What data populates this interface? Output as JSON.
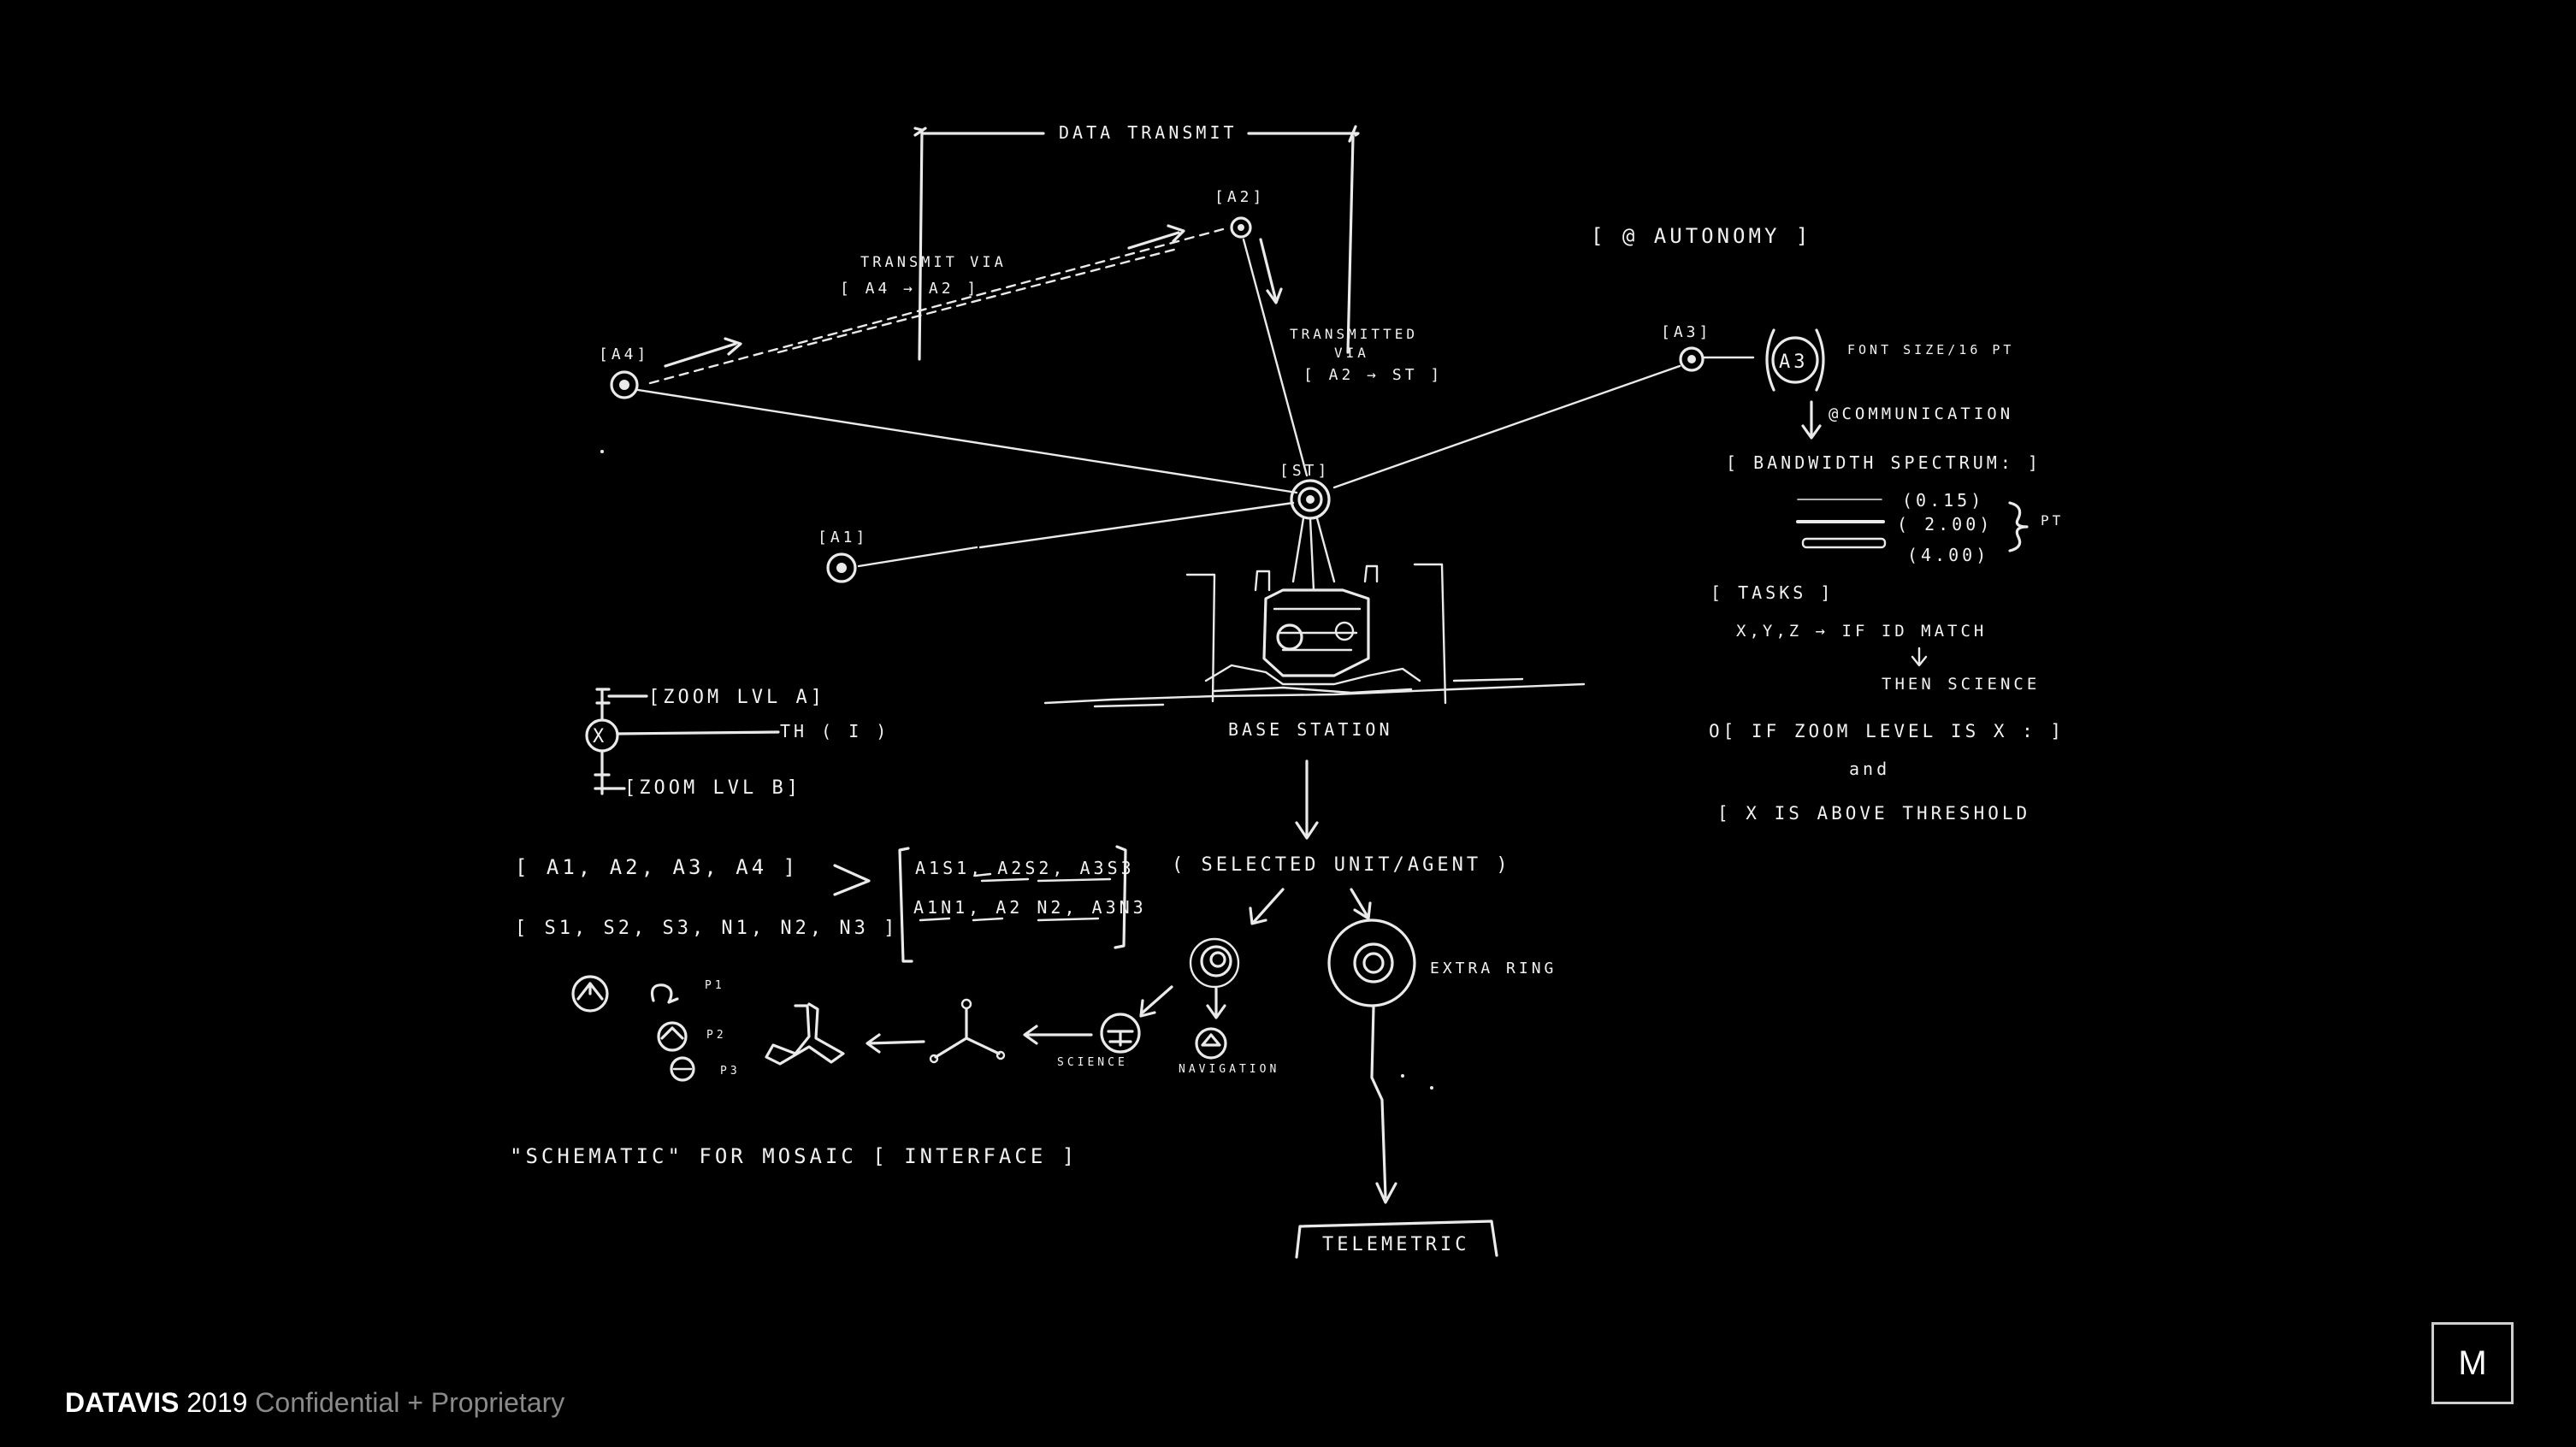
{
  "sketch": {
    "title_data_transmit": "DATA TRANSMIT",
    "transmit_via_label": "TRANSMIT VIA",
    "transmit_via_route": "[ A4 → A2 ]",
    "transmitted_label": "TRANSMITTED",
    "via_label": "VIA",
    "transmitted_route": "[ A2 → ST ]",
    "node_a1": "[A1]",
    "node_a2": "[A2]",
    "node_a3": "[A3]",
    "node_a4": "[A4]",
    "node_st": "[ST]",
    "autonomy": "[ @ AUTONOMY ]",
    "a3_big_label": "A3",
    "font_size": "FONT SIZE/16 PT",
    "communication": "@COMMUNICATION",
    "bandwidth": "[ BANDWIDTH SPECTRUM: ]",
    "bw_1": "(0.15)",
    "bw_2": "( 2.00)",
    "bw_3": "(4.00)",
    "bw_unit": "PT",
    "tasks": "[ TASKS ]",
    "xyz_rule": "X,Y,Z → IF ID MATCH",
    "then_science": "THEN SCIENCE",
    "zoom_condition": "o[ IF ZOOM LEVEL IS X : ]",
    "and_word": "and",
    "threshold": "[ X IS ABOVE THRESHOLD",
    "zoom_a": "[ZOOM LVL A]",
    "zoom_b": "[ZOOM LVL B]",
    "th_i": "TH ( i )",
    "x_glyph": "X",
    "base_station": "BASE STATION",
    "agents_list": "[ A1, A2, A3, A4 ]",
    "sn_list": "[ S1, S2, S3, N1, N2, N3 ]",
    "box_row_1": "A1S1, A2S2, A3S3",
    "box_row_2": "A1N1, A2 N2, A3N3",
    "selected_unit": "( SELECTED UNIT/AGENT )",
    "extra_ring": "EXTRA RING",
    "science": "SCIENCE",
    "navigation": "NAVIGATION",
    "p1": "P1",
    "p2": "P2",
    "p3": "P3",
    "schematic": "\"SCHEMATIC\" FOR MOSAIC [ INTERFACE ]",
    "telemetric": "TELEMETRIC"
  },
  "footer": {
    "brand": "DATAVIS",
    "year": "2019",
    "confidential": "Confidential + Proprietary"
  },
  "logo": {
    "letter": "M"
  }
}
